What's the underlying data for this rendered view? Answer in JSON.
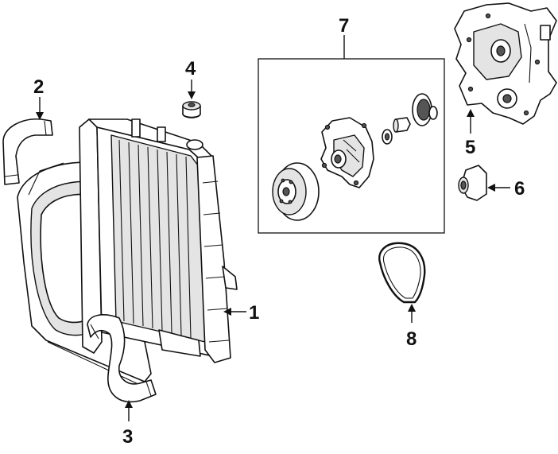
{
  "callouts": [
    {
      "id": "1",
      "part": "radiator"
    },
    {
      "id": "2",
      "part": "upper-radiator-hose"
    },
    {
      "id": "3",
      "part": "lower-radiator-hose"
    },
    {
      "id": "4",
      "part": "radiator-cap"
    },
    {
      "id": "5",
      "part": "timing-cover"
    },
    {
      "id": "6",
      "part": "thermostat-housing"
    },
    {
      "id": "7",
      "part": "water-pump-assembly"
    },
    {
      "id": "8",
      "part": "water-pump-gasket"
    }
  ]
}
